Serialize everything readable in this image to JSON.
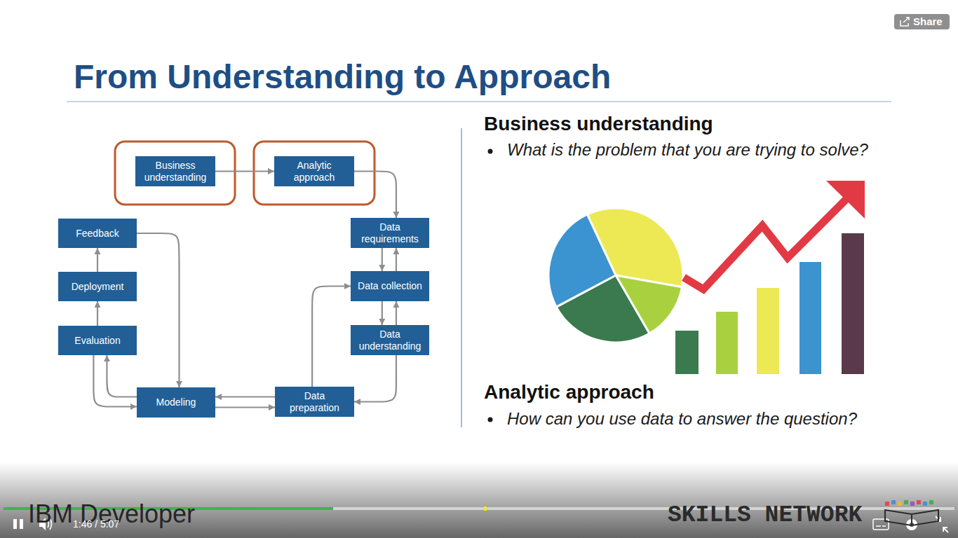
{
  "diagram": {
    "title": "From Understanding to Approach",
    "nodes": [
      {
        "text": [
          "Business understanding"
        ]
      },
      {
        "text": [
          "Analytic approach"
        ]
      },
      {
        "text": [
          "Feedback"
        ]
      },
      {
        "text": [
          "Data requirements"
        ]
      },
      {
        "text": [
          "Deployment"
        ]
      },
      {
        "text": [
          "Data collection"
        ]
      },
      {
        "text": [
          "Evaluation"
        ]
      },
      {
        "text": [
          "Data understanding"
        ]
      },
      {
        "text": [
          "Modeling"
        ]
      },
      {
        "text": [
          "Data preparation"
        ]
      }
    ],
    "edges": [
      {
        "from": 0,
        "to": 1,
        "arrow": "to"
      },
      {
        "from": 1,
        "to": 3,
        "arrow": "to"
      },
      {
        "from": 3,
        "to": 5,
        "arrow": "to"
      },
      {
        "from": 5,
        "to": 3,
        "arrow": "to"
      },
      {
        "from": 5,
        "to": 7,
        "arrow": "to"
      },
      {
        "from": 7,
        "to": 5,
        "arrow": "to"
      },
      {
        "from": 7,
        "to": 9,
        "arrow": "to"
      },
      {
        "from": 9,
        "to": 5,
        "arrow": "to"
      },
      {
        "from": 9,
        "to": 8,
        "arrow": "to"
      },
      {
        "from": 8,
        "to": 9,
        "arrow": "to"
      },
      {
        "from": 8,
        "to": 6,
        "arrow": "to"
      },
      {
        "from": 6,
        "to": 8,
        "arrow": "to"
      },
      {
        "from": 6,
        "to": 4,
        "arrow": "to"
      },
      {
        "from": 4,
        "to": 2,
        "arrow": "to"
      },
      {
        "from": 2,
        "to": 8,
        "arrow": "to"
      }
    ],
    "labels": [
      "Business understanding",
      "What is the problem that you are trying to solve?",
      "Analytic approach",
      "How can you use data to answer the question?",
      "Share",
      "IBM Developer",
      "SKILLS NETWORK",
      "1:46 / 5:07"
    ]
  }
}
